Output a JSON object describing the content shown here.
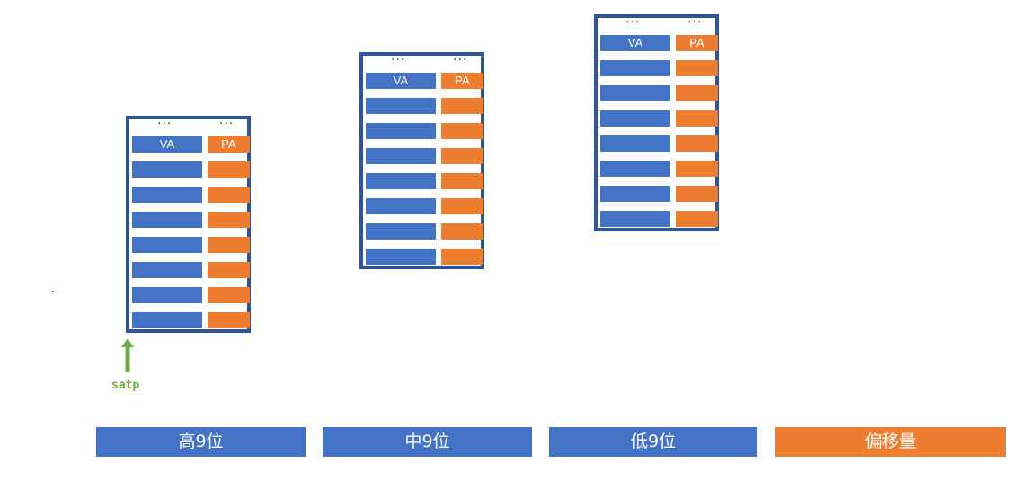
{
  "tables": [
    {
      "id": "level-high",
      "ellipsis_va": "···",
      "ellipsis_pa": "···",
      "header_va": "VA",
      "header_pa": "PA",
      "empty_rows": 7
    },
    {
      "id": "level-mid",
      "ellipsis_va": "···",
      "ellipsis_pa": "···",
      "header_va": "VA",
      "header_pa": "PA",
      "empty_rows": 7
    },
    {
      "id": "level-low",
      "ellipsis_va": "···",
      "ellipsis_pa": "···",
      "header_va": "VA",
      "header_pa": "PA",
      "empty_rows": 7
    }
  ],
  "satp": {
    "label": "satp"
  },
  "address_segments": [
    {
      "label": "高9位",
      "color": "#4472c4"
    },
    {
      "label": "中9位",
      "color": "#4472c4"
    },
    {
      "label": "低9位",
      "color": "#4472c4"
    },
    {
      "label": "偏移量",
      "color": "#ed7d31"
    }
  ],
  "colors": {
    "table_border": "#2f5597",
    "va_cell": "#4472c4",
    "pa_cell": "#ed7d31",
    "satp_arrow": "#70ad47"
  }
}
